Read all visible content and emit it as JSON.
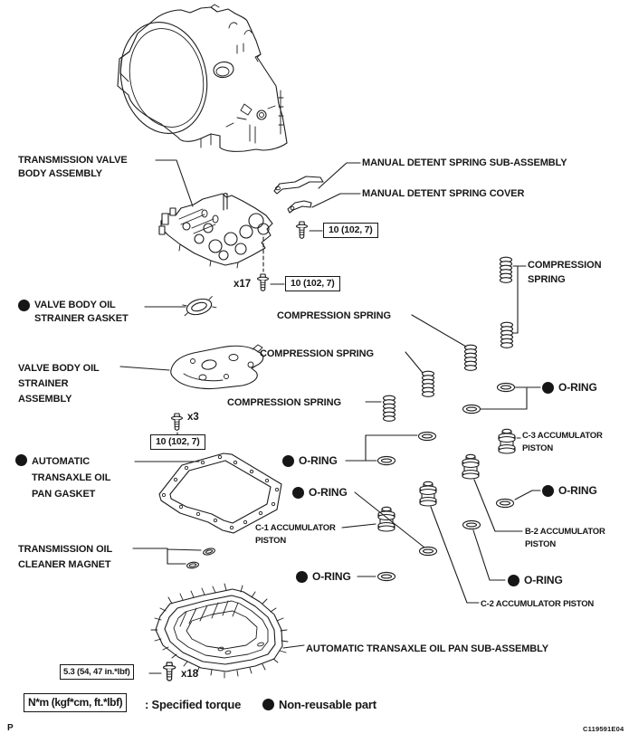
{
  "diagram": {
    "title_implied": "Automatic transaxle valve body and oil pan exploded view",
    "page_marker": "P",
    "code": "C119591E04"
  },
  "colors": {
    "ink": "#1c1c1c",
    "paper": "#ffffff"
  },
  "icons": {
    "non_reusable_marker": "filled-black-circle"
  },
  "labels": {
    "transmission_valve_body_assembly": "TRANSMISSION VALVE\nBODY ASSEMBLY",
    "manual_detent_spring_sub_assembly": "MANUAL DETENT SPRING SUB-ASSEMBLY",
    "manual_detent_spring_cover": "MANUAL DETENT SPRING COVER",
    "valve_body_oil_strainer_gasket": "VALVE BODY OIL\nSTRAINER GASKET",
    "valve_body_oil_strainer_assembly": "VALVE BODY OIL\nSTRAINER\nASSEMBLY",
    "compression_spring": "COMPRESSION SPRING",
    "compression_spring_stacked": "COMPRESSION\nSPRING",
    "o_ring": "O-RING",
    "c1_accumulator_piston": "C-1 ACCUMULATOR\nPISTON",
    "c2_accumulator_piston": "C-2 ACCUMULATOR PISTON",
    "c3_accumulator_piston": "C-3 ACCUMULATOR\nPISTON",
    "b2_accumulator_piston": "B-2 ACCUMULATOR\nPISTON",
    "automatic_transaxle_oil_pan_gasket": "AUTOMATIC\nTRANSAXLE OIL\nPAN GASKET",
    "transmission_oil_cleaner_magnet": "TRANSMISSION OIL\nCLEANER MAGNET",
    "automatic_transaxle_oil_pan_sub_assembly": "AUTOMATIC TRANSAXLE OIL PAN SUB-ASSEMBLY"
  },
  "torques": {
    "valve_body_bolt": "10 (102, 7)",
    "oil_pan_bolt": "5.3 (54, 47 in.*lbf)"
  },
  "fastener_counts": {
    "valve_body_bolts": "x17",
    "strainer_bolts": "x3",
    "oil_pan_bolts": "x18"
  },
  "legend": {
    "torque_spec_format": "N*m (kgf*cm, ft.*lbf)",
    "torque_spec_meaning": ": Specified torque",
    "non_reusable_part": "Non-reusable part"
  }
}
